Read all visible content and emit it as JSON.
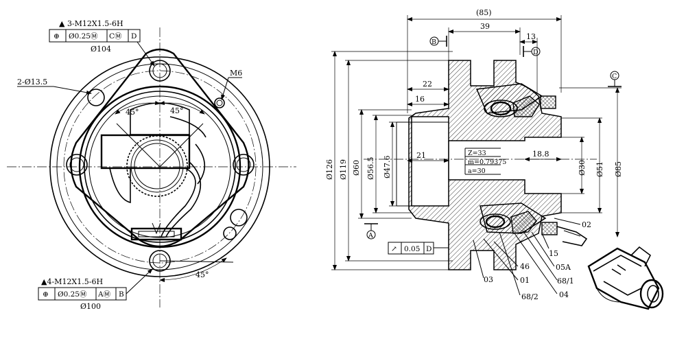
{
  "left_view": {
    "callout_top": "▲ 3-M12X1.5-6H",
    "fcf_top": [
      "⊕",
      "Ø0.25Ⓜ",
      "CⓂ",
      "D"
    ],
    "dia_top": "Ø104",
    "holes": "2-Ø13.5",
    "thread": "M6",
    "angle_a": "45°",
    "angle_b": "45°",
    "angle_c": "45°",
    "callout_bottom": "▲4-M12X1.5-6H",
    "fcf_bottom": [
      "⊕",
      "Ø0.25Ⓜ",
      "AⓂ",
      "B"
    ],
    "dia_bottom": "Ø100"
  },
  "right_view": {
    "dim_85": "(85)",
    "dim_39": "39",
    "dim_13": "13",
    "dim_22": "22",
    "dim_16": "16",
    "dim_21": "21",
    "dim_18_8": "18.8",
    "datum_b": "B",
    "datum_d": "D",
    "datum_c": "C",
    "datum_a": "A",
    "dia_126": "Ø126",
    "dia_119": "Ø119",
    "dia_60": "Ø60",
    "dia_56_5": "Ø56.5",
    "dia_47_6": "Ø47.6",
    "dia_30": "Ø30",
    "dia_51": "Ø51",
    "dia_85": "Ø85",
    "spline": [
      "Z=33",
      "m=0.79375",
      "a=30"
    ],
    "runout": [
      "↗",
      "0.05",
      "D"
    ],
    "parts": [
      "02",
      "15",
      "05A",
      "68/1",
      "04",
      "46",
      "01",
      "68/2",
      "03"
    ]
  }
}
